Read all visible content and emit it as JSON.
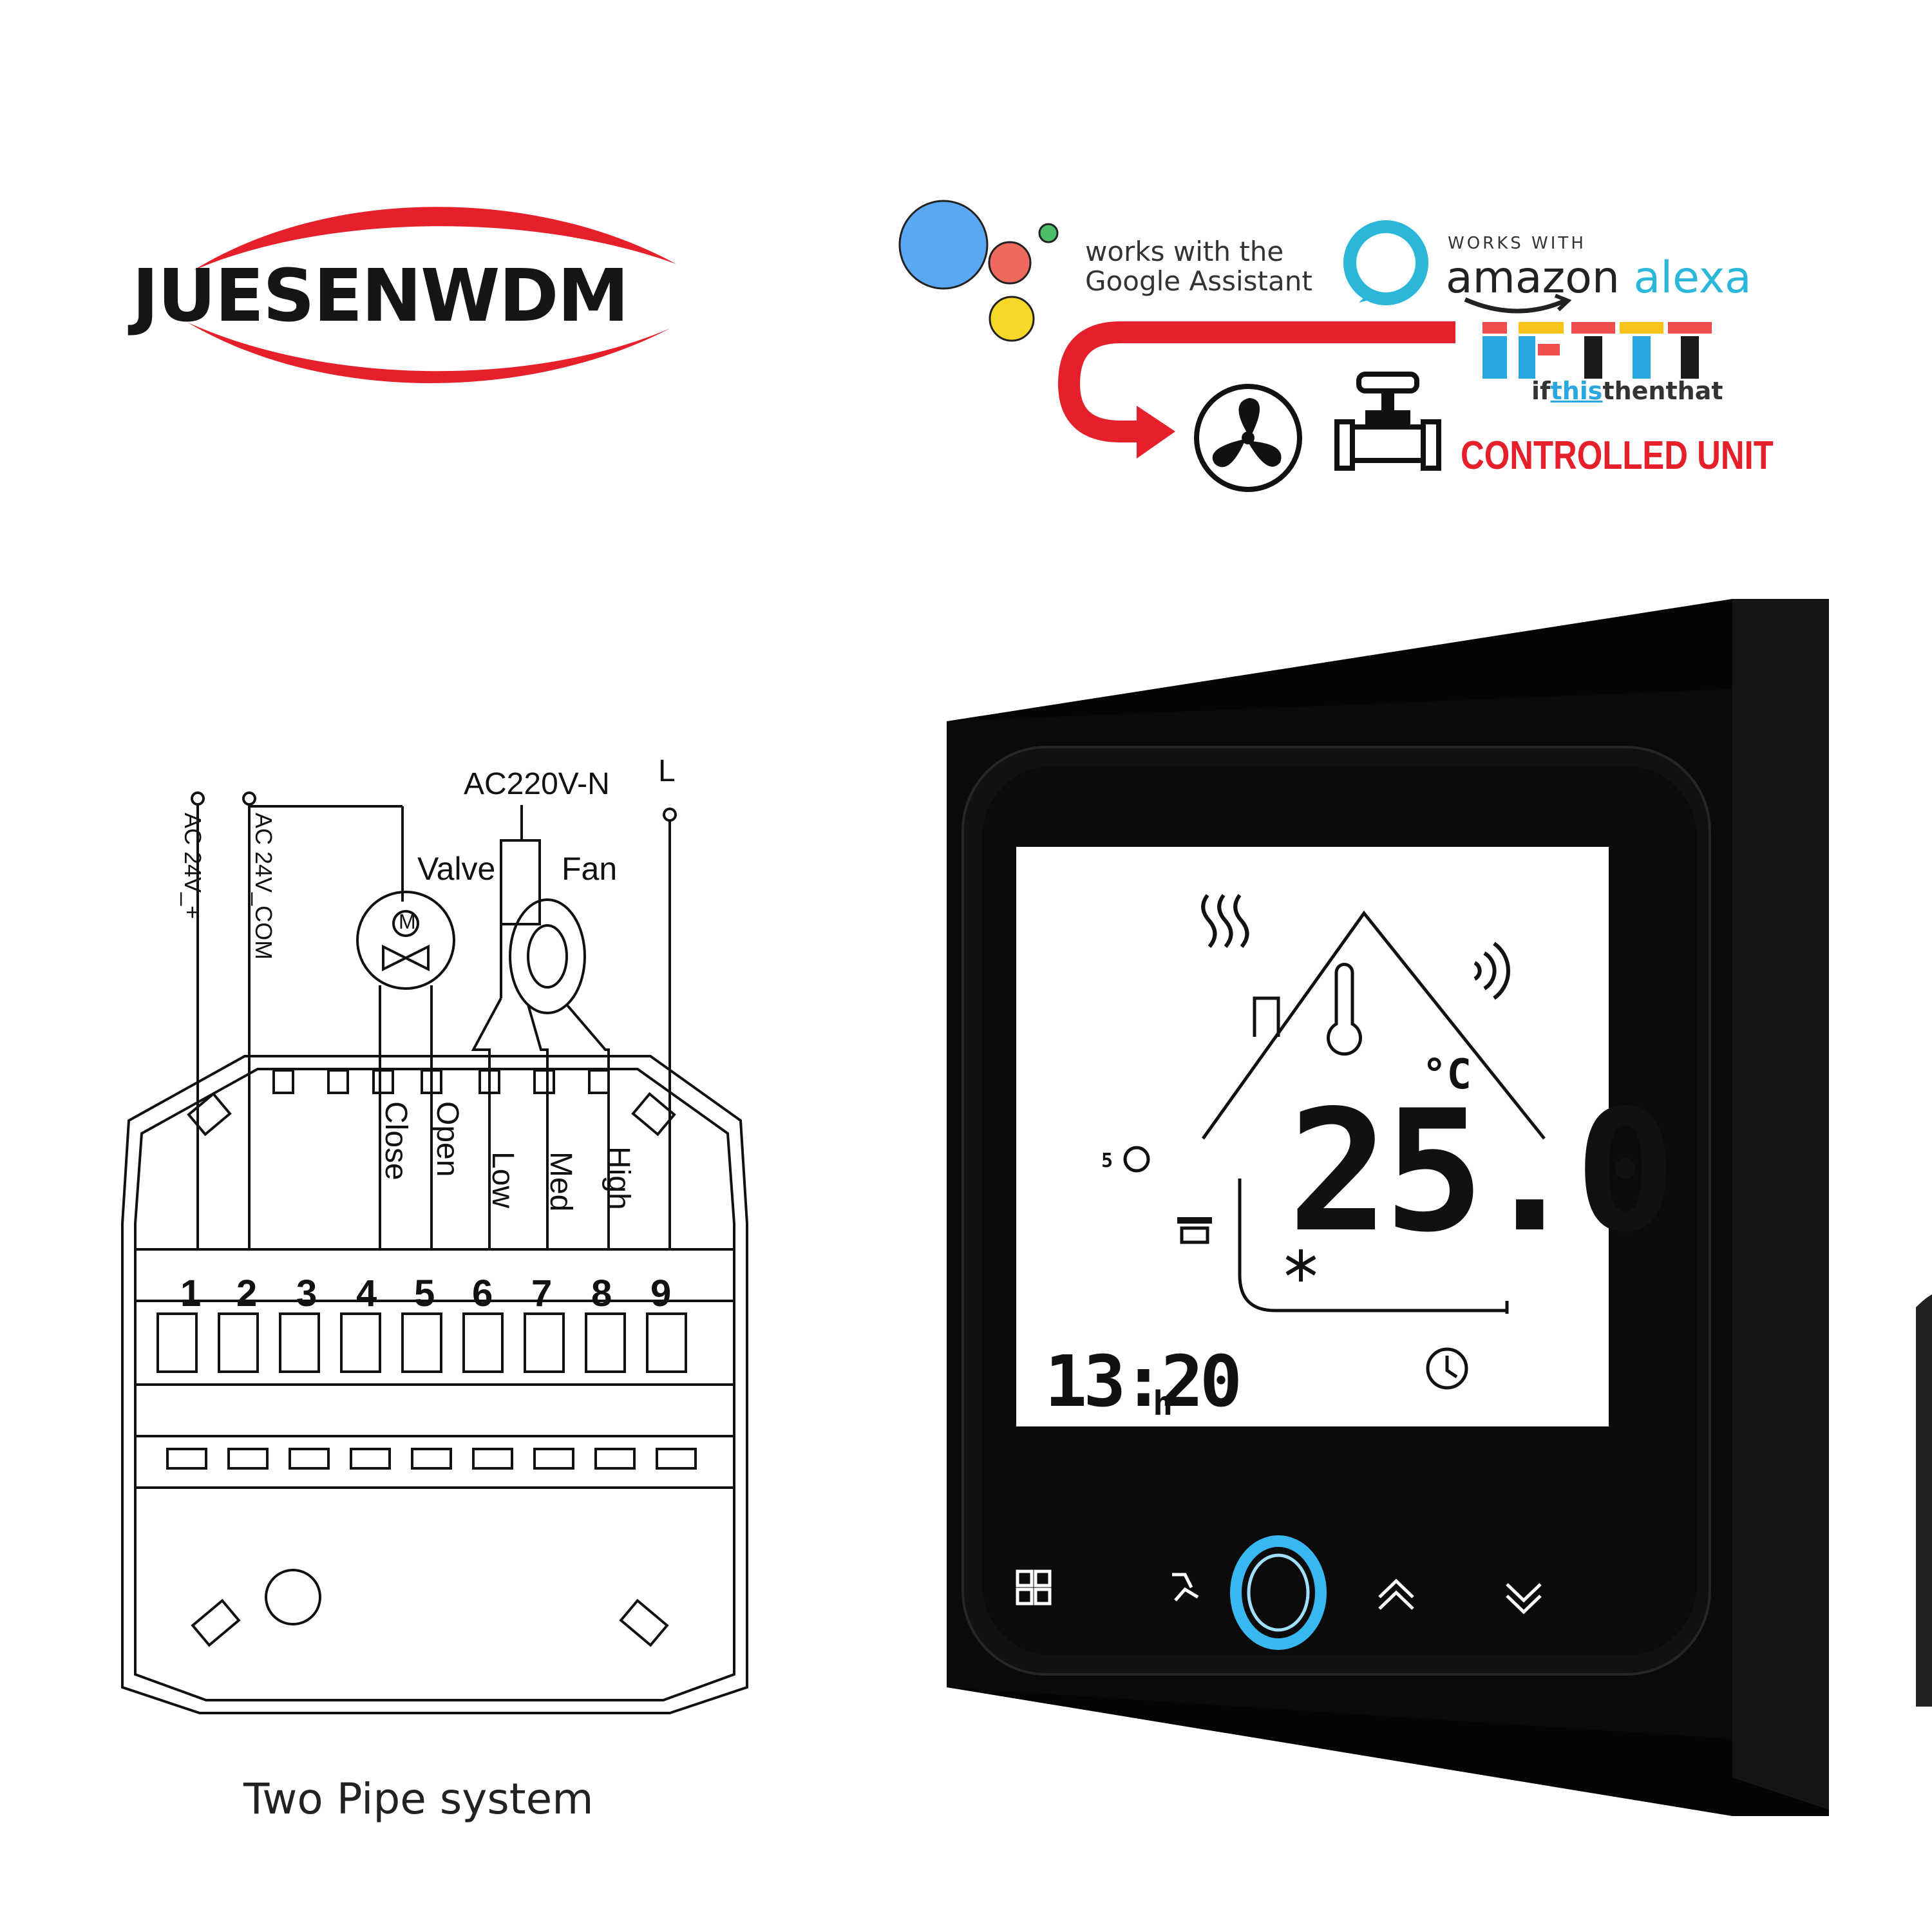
{
  "brand": {
    "name": "JUESENWDM"
  },
  "integrations": {
    "google": {
      "line1": "works with the",
      "line2": "Google Assistant"
    },
    "alexa": {
      "small": "WORKS WITH",
      "amazon": "amazon",
      "alexa": "alexa"
    },
    "ifttt": {
      "logo": "IFTTT",
      "if": "if",
      "this": "this",
      "rest": "thenthat"
    },
    "controlled_unit": "CONTROLLED UNIT",
    "icons": [
      "google-assistant-icon",
      "alexa-icon",
      "fan-icon",
      "valve-icon"
    ]
  },
  "wiring": {
    "caption": "Two Pipe system",
    "supply_left": "AC 24V_+",
    "supply_com": "AC 24V_COM",
    "neutral": "AC220V-N",
    "live": "L",
    "valve": "Valve",
    "fan": "Fan",
    "motor": "M",
    "terminal_labels": [
      "Close",
      "Open",
      "Low",
      "Med",
      "High"
    ],
    "terminal_numbers": [
      "1",
      "2",
      "3",
      "4",
      "5",
      "6",
      "7",
      "8",
      "9"
    ]
  },
  "thermostat": {
    "temperature": "25.0",
    "unit": "°C",
    "time": "13:20",
    "time_suffix": "h",
    "program_number": "5",
    "buttons": [
      "menu-button",
      "fan-button",
      "power-button",
      "up-button",
      "down-button"
    ],
    "colors": {
      "frame": "#0a0a0a",
      "power_ring": "#38b8f0",
      "lcd": "#ffffff"
    }
  },
  "colors": {
    "brand_red": "#e5202a",
    "arrow_red": "#e5202a"
  }
}
